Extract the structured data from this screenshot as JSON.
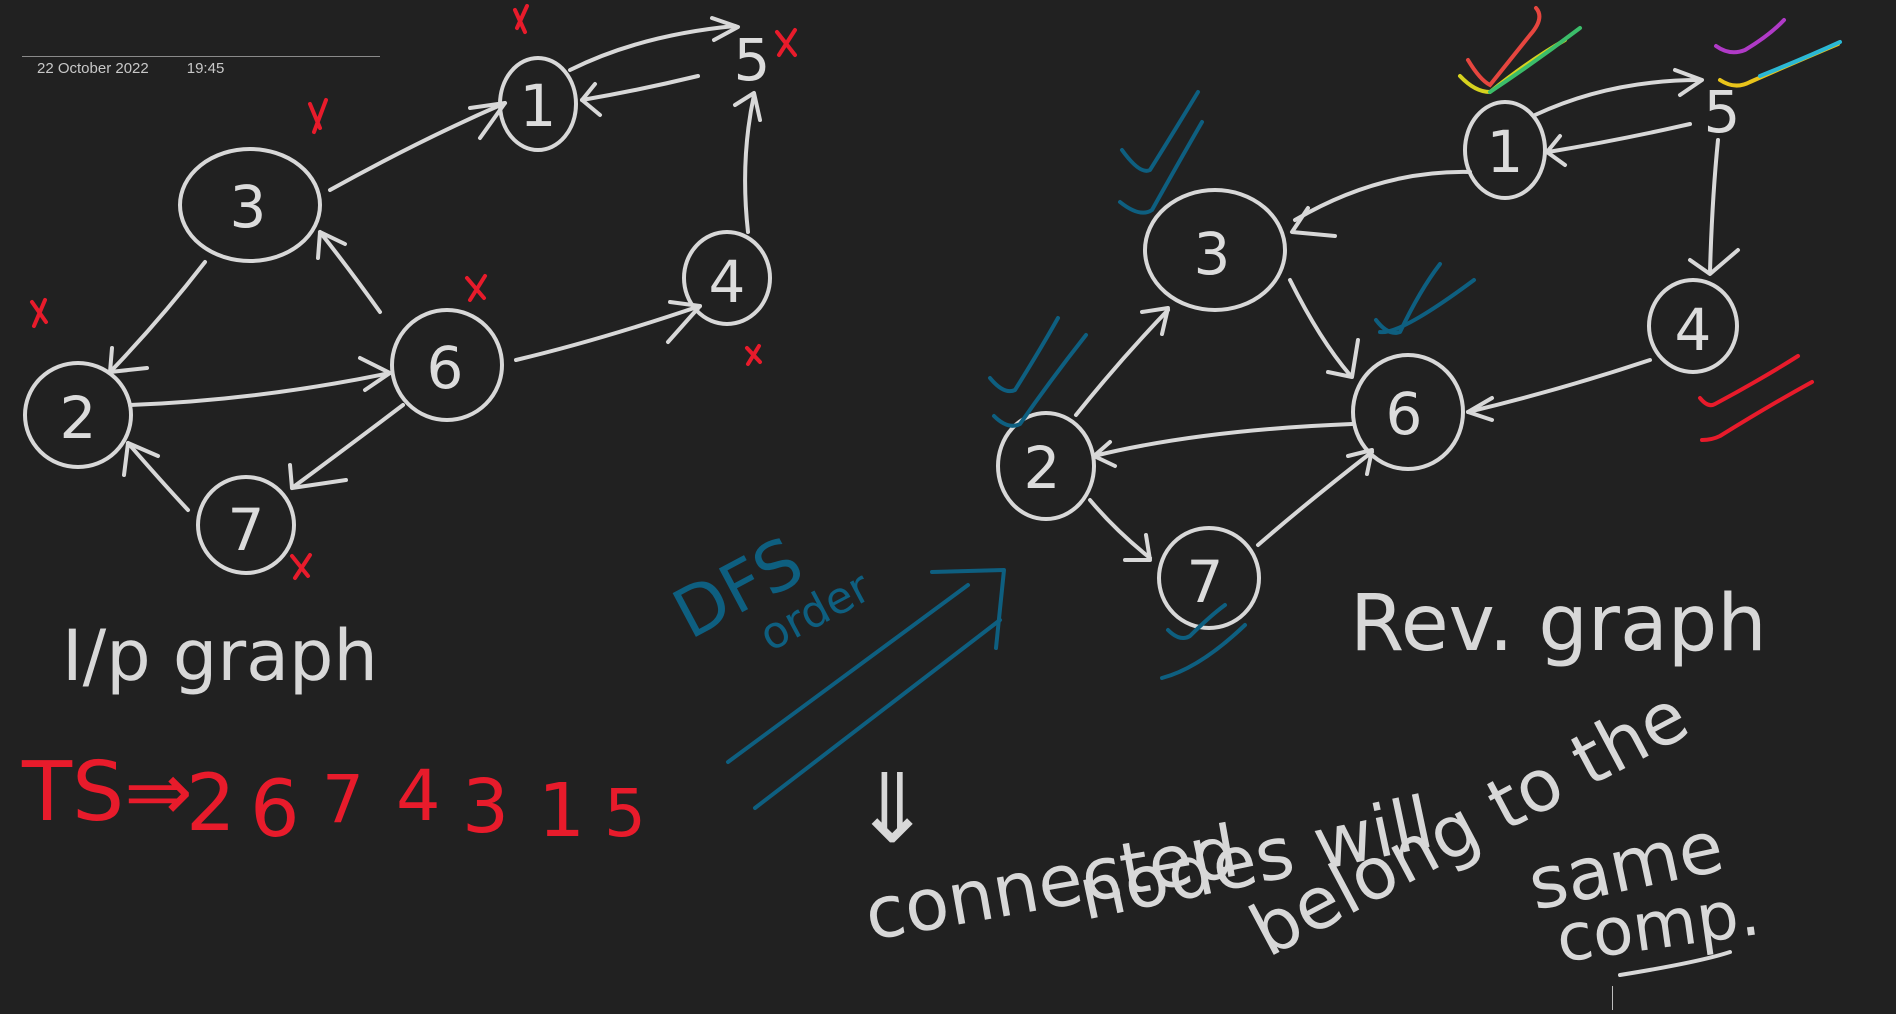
{
  "header": {
    "date": "22 October 2022",
    "time": "19:45"
  },
  "left_graph": {
    "caption": "I/p graph",
    "nodes": [
      "1",
      "2",
      "3",
      "4",
      "5",
      "6",
      "7"
    ]
  },
  "topo_sort": {
    "prefix": "TS⇒",
    "sequence": [
      "2",
      "6",
      "7",
      "4",
      "3",
      "1",
      "5"
    ]
  },
  "middle": {
    "dfs_label": "DFS",
    "order_label": "order"
  },
  "right_graph": {
    "caption": "Rev. graph",
    "nodes": [
      "1",
      "2",
      "3",
      "4",
      "5",
      "6",
      "7"
    ]
  },
  "note": {
    "arrow": "⇓",
    "line1": "connected",
    "line2": "nodes will",
    "line3": "belong to the",
    "line4": "same",
    "line5": "comp."
  },
  "colors": {
    "background": "#212121",
    "ink": "#d8d8d8",
    "red": "#e81b2b",
    "blue": "#0e5f80"
  }
}
